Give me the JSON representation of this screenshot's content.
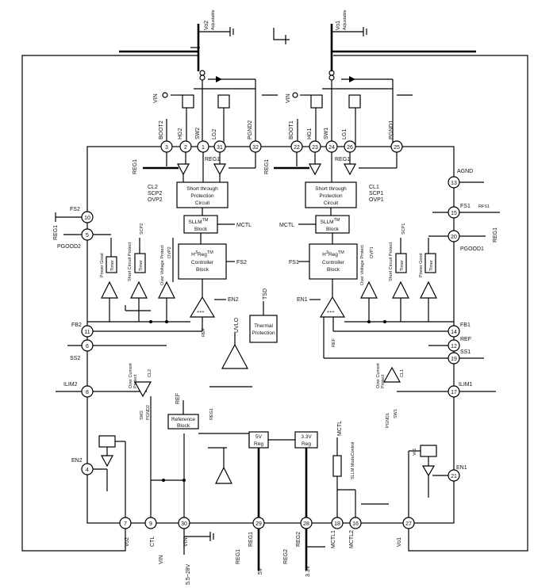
{
  "pins": [
    {
      "id": "p3",
      "num": "3",
      "name": "BOOT2"
    },
    {
      "id": "p2",
      "num": "2",
      "name": "HG2"
    },
    {
      "id": "p1",
      "num": "1",
      "name": "SW2"
    },
    {
      "id": "p31",
      "num": "31",
      "name": "LG2"
    },
    {
      "id": "p32",
      "num": "32",
      "name": "PGND2"
    },
    {
      "id": "p22",
      "num": "22",
      "name": "BOOT1"
    },
    {
      "id": "p23",
      "num": "23",
      "name": "HG1"
    },
    {
      "id": "p24",
      "num": "24",
      "name": "SW1"
    },
    {
      "id": "p26",
      "num": "26",
      "name": "LG1"
    },
    {
      "id": "p25",
      "num": "25",
      "name": "PGND1"
    },
    {
      "id": "p13",
      "num": "13",
      "name": "AGND"
    },
    {
      "id": "p15",
      "num": "15",
      "name": "FS1"
    },
    {
      "id": "p20",
      "num": "20",
      "name": "PGOOD1"
    },
    {
      "id": "p14",
      "num": "14",
      "name": "FB1"
    },
    {
      "id": "p12",
      "num": "12",
      "name": "REF"
    },
    {
      "id": "p19",
      "num": "19",
      "name": "SS1"
    },
    {
      "id": "p17",
      "num": "17",
      "name": "ILIM1"
    },
    {
      "id": "p21",
      "num": "21",
      "name": "EN1"
    },
    {
      "id": "p10",
      "num": "10",
      "name": "FS2"
    },
    {
      "id": "p5",
      "num": "5",
      "name": "PGOOD2"
    },
    {
      "id": "p11",
      "num": "11",
      "name": "FB2"
    },
    {
      "id": "p6",
      "num": "6",
      "name": "SS2"
    },
    {
      "id": "p8",
      "num": "8",
      "name": "ILIM2"
    },
    {
      "id": "p4",
      "num": "4",
      "name": "EN2"
    },
    {
      "id": "p7",
      "num": "7",
      "name": "Vo2"
    },
    {
      "id": "p9",
      "num": "9",
      "name": "CTL"
    },
    {
      "id": "p30",
      "num": "30",
      "name": "VIN"
    },
    {
      "id": "p29",
      "num": "29",
      "name": "REG1"
    },
    {
      "id": "p28",
      "num": "28",
      "name": "REG2"
    },
    {
      "id": "p18",
      "num": "18",
      "name": "MCTL1"
    },
    {
      "id": "p16",
      "num": "16",
      "name": "MCTL2"
    },
    {
      "id": "p27",
      "num": "27",
      "name": "Vo1"
    }
  ],
  "blocks": {
    "stp2": [
      "Short through",
      "Protection",
      "Circuit"
    ],
    "stp1": [
      "Short through",
      "Protection",
      "Circuit"
    ],
    "sllm2": [
      "SLLM",
      "Block"
    ],
    "sllm1": [
      "SLLM",
      "Block"
    ],
    "tm": "TM",
    "h3reg2": [
      "H",
      "3",
      "Reg",
      "Controller",
      "Block"
    ],
    "h3reg1": [
      "H",
      "3",
      "Reg",
      "Controller",
      "Block"
    ],
    "thermal": [
      "Thermal",
      "Protection"
    ],
    "refblock": [
      "Reference",
      "Block"
    ],
    "reg5v": [
      "5V",
      "Reg"
    ],
    "reg33": [
      "3.3V",
      "Reg"
    ],
    "timer": "Timer"
  },
  "signals": {
    "vo2_adj": [
      "Vo2",
      "Adjustable"
    ],
    "vo1_adj": [
      "Vo1",
      "Adjustable"
    ],
    "vin": "VIN",
    "reg1": "REG1",
    "cl2": "CL2",
    "scp2": "SCP2",
    "ovp2": "OVP2",
    "cl1": "CL1",
    "scp1": "SCP1",
    "ovp1": "OVP1",
    "mctl": "MCTL",
    "fs2": "FS2",
    "fs1": "FS1",
    "en2": "EN2",
    "en1": "EN1",
    "ref": "REF",
    "tsd": "TSD",
    "uvlo": "UVLO",
    "rfs1": "RFS1",
    "power_good": "Power Good",
    "short_circuit_protect": "Short Circuit Protect",
    "over_voltage_protect": "Over Voltage Protect",
    "over_current_protect": [
      "Over Current",
      "Protect"
    ],
    "cl2_small": "CL2",
    "cl1_small": "CL1",
    "sw2_pgnd2": [
      "SW2",
      "PGND2"
    ],
    "pgnd1_sw1": [
      "PGND1",
      "SW1"
    ],
    "reg1_vert": "REG1",
    "vo1_small": "Vo1",
    "sllm_mode_control": "SLLM ModeControl",
    "vin_range": "5.5~28V",
    "reg1_bottom": "REG1",
    "reg2_bottom": "REG2",
    "v5": "5V",
    "v33": "3.3V"
  }
}
